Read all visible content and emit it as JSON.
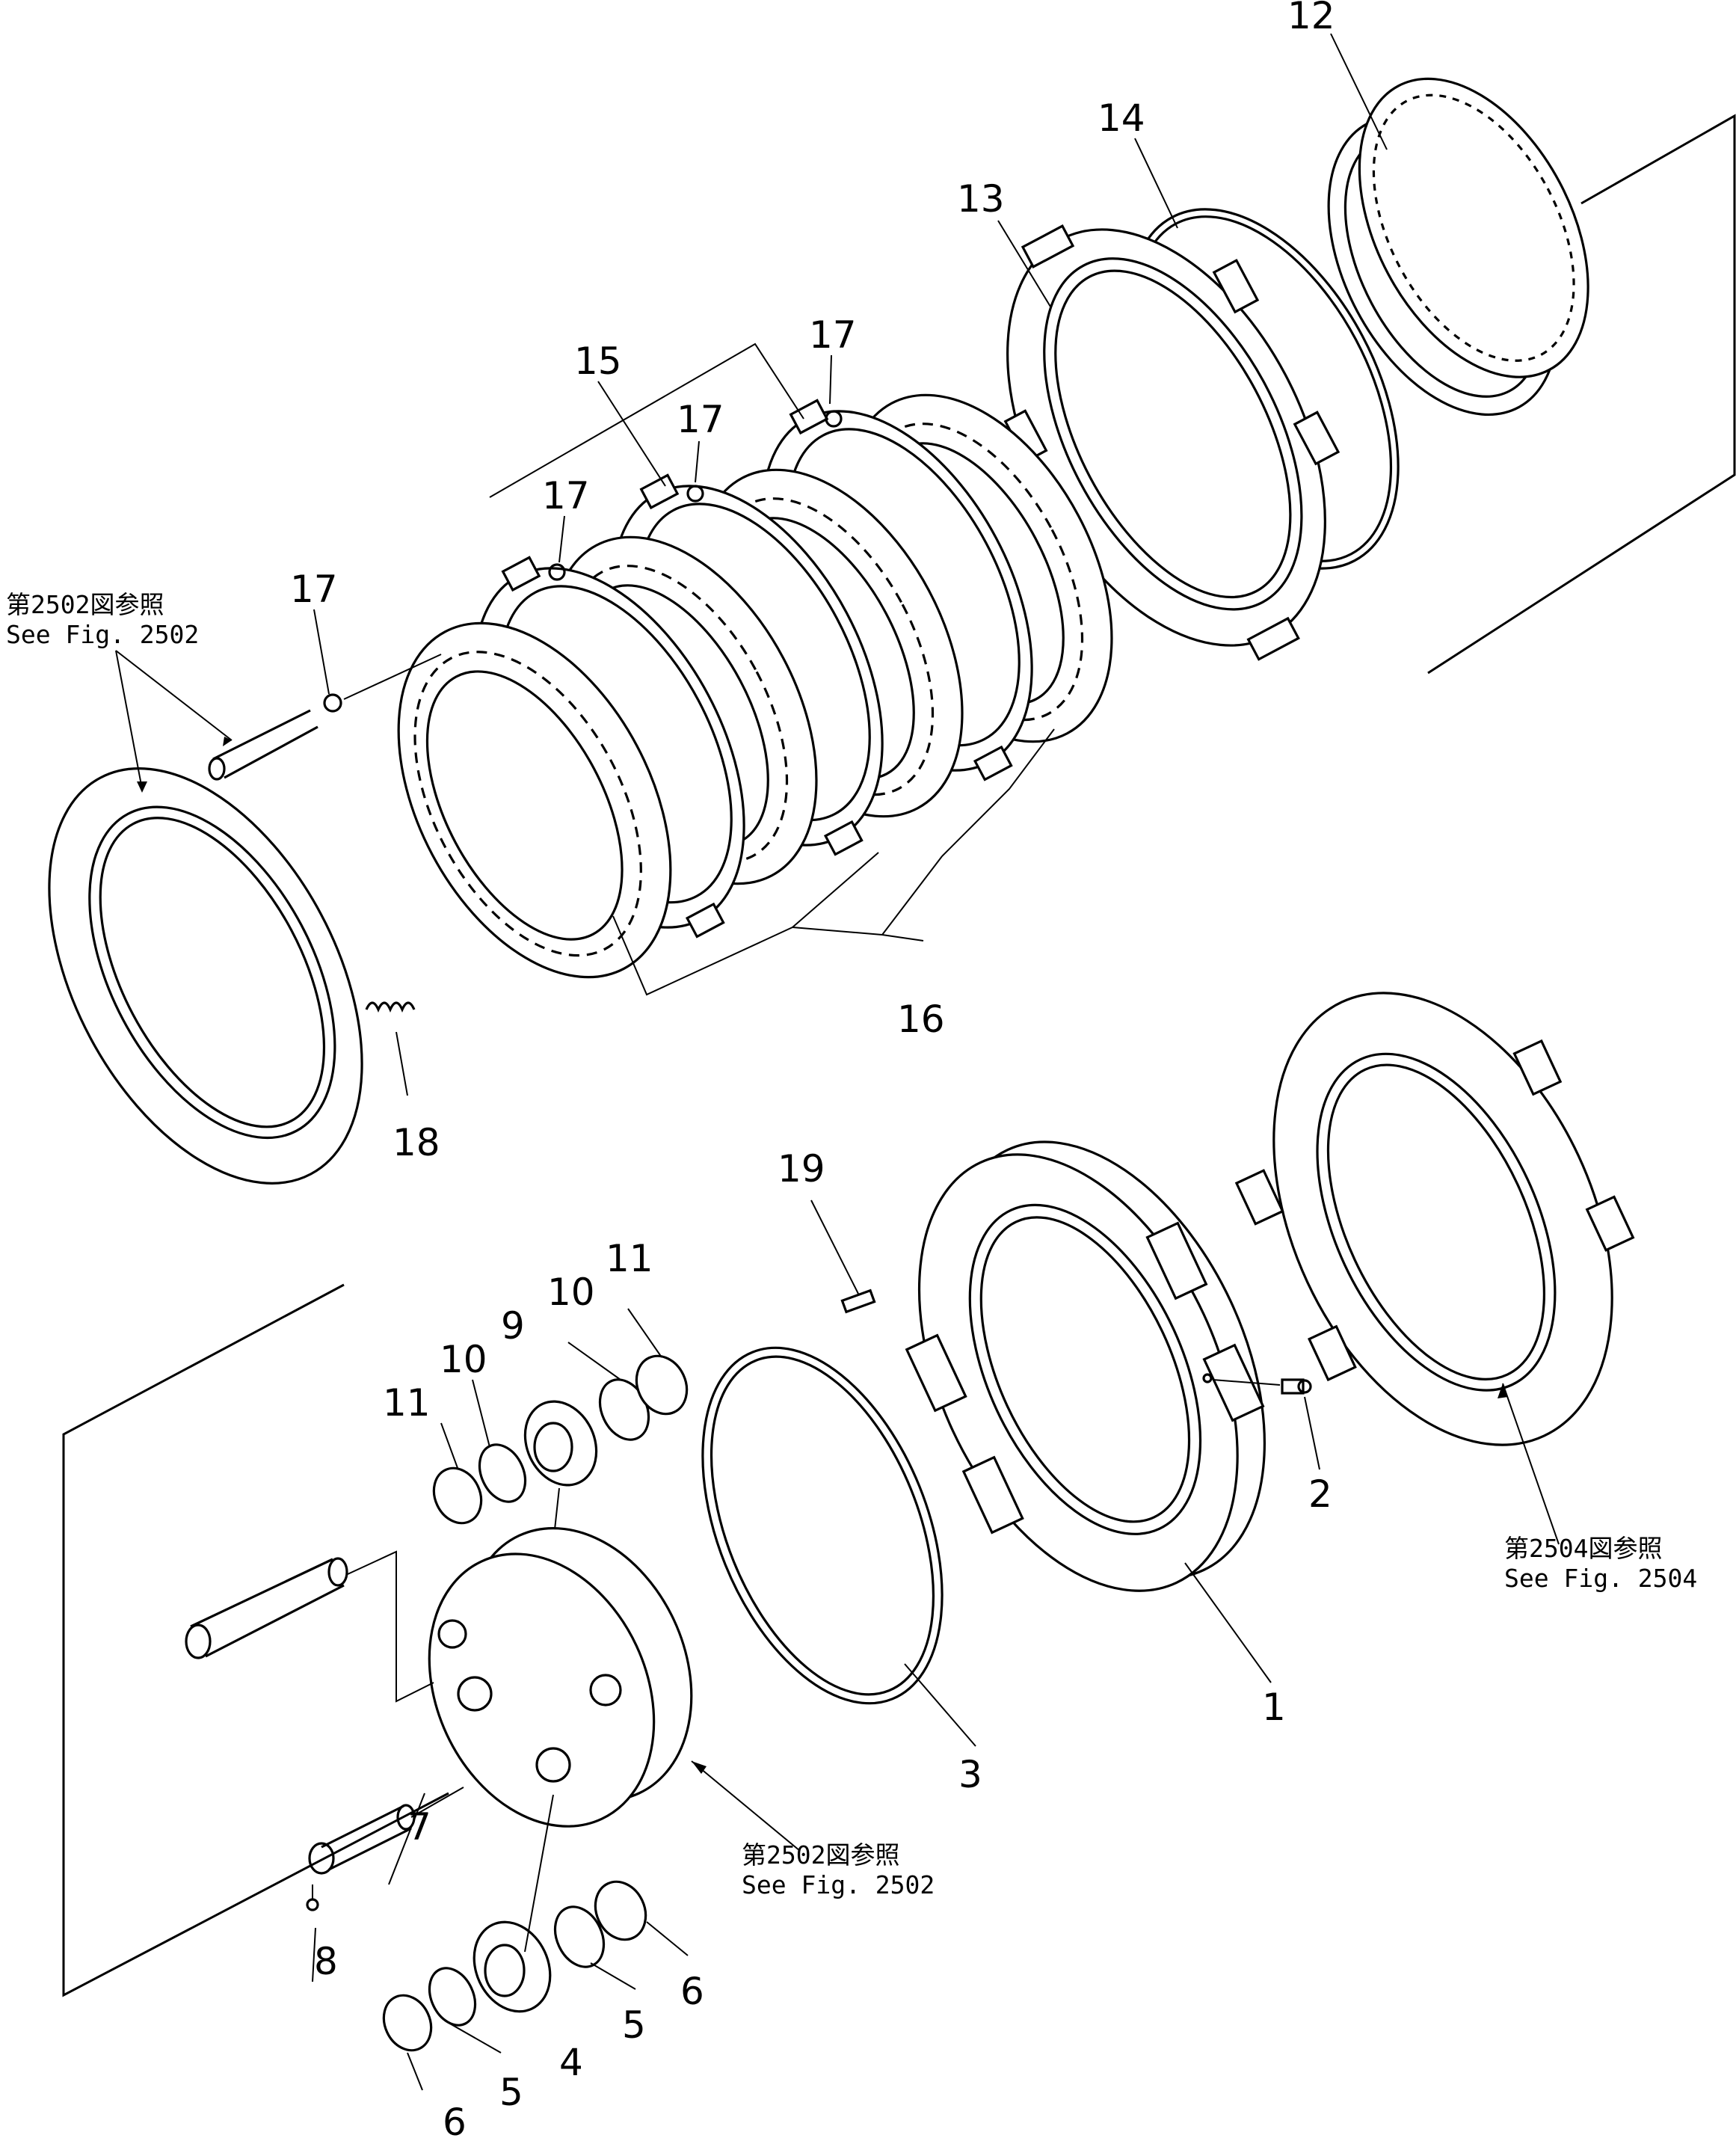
{
  "callouts": {
    "n1": "1",
    "n2": "2",
    "n3": "3",
    "n4": "4",
    "n5a": "5",
    "n5b": "5",
    "n6a": "6",
    "n6b": "6",
    "n7": "7",
    "n8": "8",
    "n9": "9",
    "n10a": "10",
    "n10b": "10",
    "n11a": "11",
    "n11b": "11",
    "n12": "12",
    "n13": "13",
    "n14": "14",
    "n15": "15",
    "n16": "16",
    "n17a": "17",
    "n17b": "17",
    "n17c": "17",
    "n17d": "17",
    "n18": "18",
    "n19": "19"
  },
  "references": {
    "ref_top_left_jp": "第2502図参照",
    "ref_top_left_en": "See  Fig. 2502",
    "ref_bottom_mid_jp": "第2502図参照",
    "ref_bottom_mid_en": "See  Fig. 2502",
    "ref_right_jp": "第2504図参照",
    "ref_right_en": "See  Fig. 2504"
  }
}
